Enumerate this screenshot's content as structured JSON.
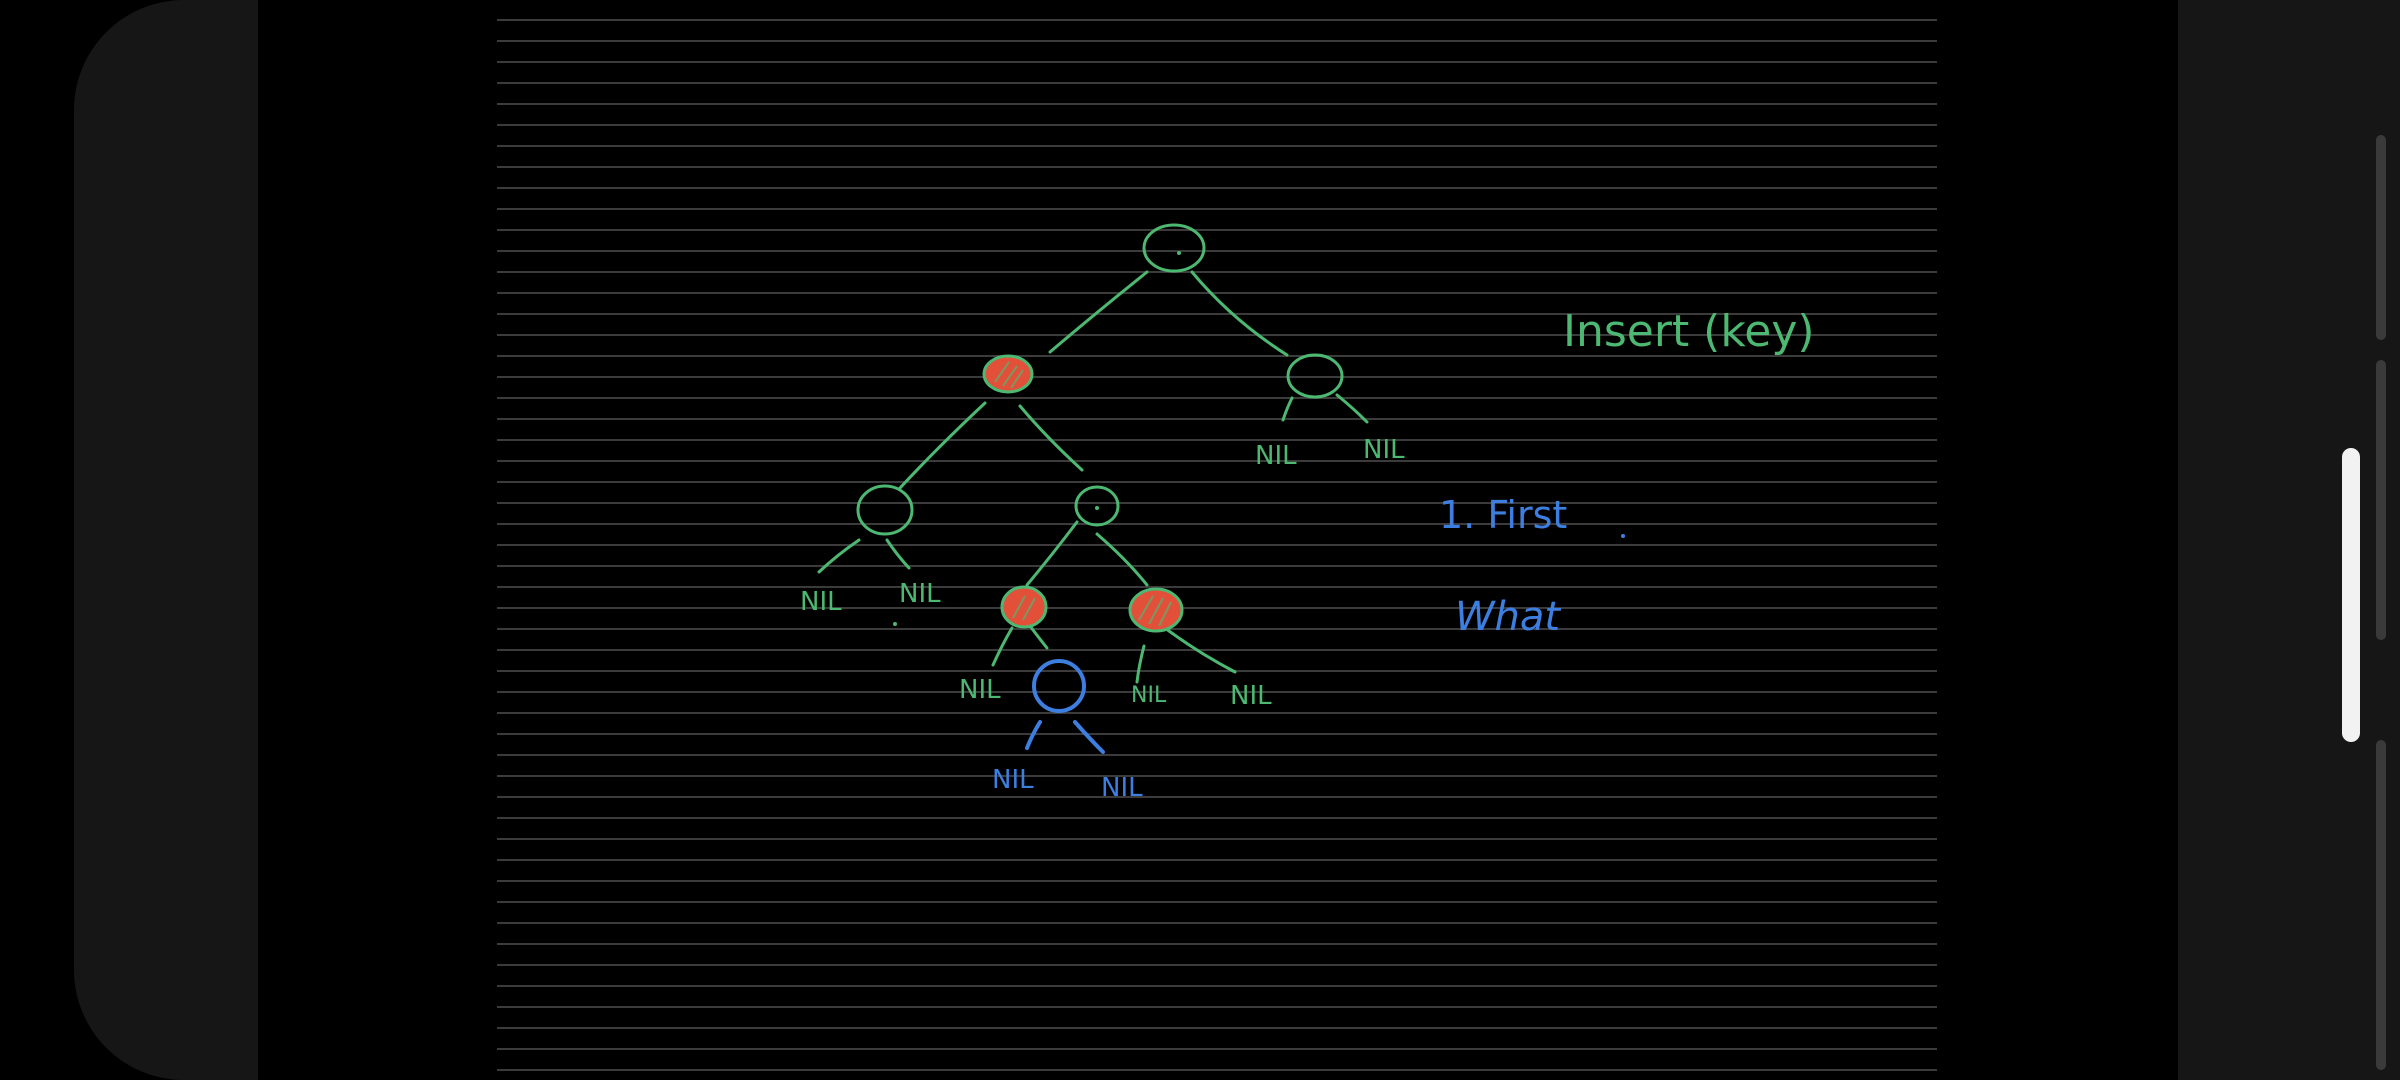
{
  "colors": {
    "background": "#000000",
    "panel": "#161616",
    "ruled_line": "#3b3b3b",
    "ink_green": "#4cb871",
    "ink_blue": "#3d7fe0",
    "ink_red": "#e2503a",
    "scroll_thumb": "#f2f2f2"
  },
  "board": {
    "title": "Insert (key)",
    "step": "1.  First",
    "question": "What",
    "nil": "NIL"
  },
  "tree": {
    "nodes": [
      {
        "id": "root",
        "color": "black"
      },
      {
        "id": "left",
        "color": "red"
      },
      {
        "id": "right",
        "color": "black"
      },
      {
        "id": "left-left",
        "color": "black"
      },
      {
        "id": "left-right",
        "color": "black"
      },
      {
        "id": "left-right-left",
        "color": "red"
      },
      {
        "id": "left-right-right",
        "color": "red"
      },
      {
        "id": "new",
        "color": "inserted"
      }
    ]
  }
}
